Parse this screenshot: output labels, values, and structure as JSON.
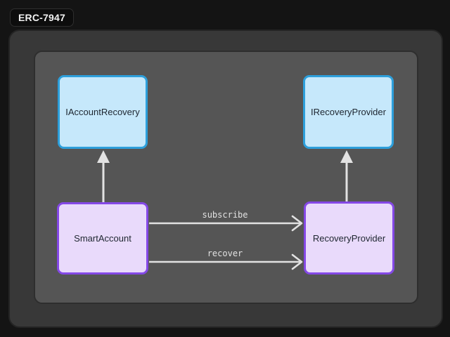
{
  "window": {
    "badge_label": "ERC-7947"
  },
  "diagram": {
    "nodes": [
      {
        "id": "iaccount-recovery",
        "label": "IAccountRecovery",
        "kind": "interface"
      },
      {
        "id": "irecovery-provider",
        "label": "IRecoveryProvider",
        "kind": "interface"
      },
      {
        "id": "smart-account",
        "label": "SmartAccount",
        "kind": "contract"
      },
      {
        "id": "recovery-provider",
        "label": "RecoveryProvider",
        "kind": "contract"
      }
    ],
    "edges": [
      {
        "from": "SmartAccount",
        "to": "IAccountRecovery",
        "label": "",
        "head": "filled-triangle",
        "direction": "up"
      },
      {
        "from": "RecoveryProvider",
        "to": "IRecoveryProvider",
        "label": "",
        "head": "filled-triangle",
        "direction": "up"
      },
      {
        "from": "SmartAccount",
        "to": "RecoveryProvider",
        "label": "subscribe",
        "head": "open-chevron",
        "direction": "right"
      },
      {
        "from": "SmartAccount",
        "to": "RecoveryProvider",
        "label": "recover",
        "head": "open-chevron",
        "direction": "right"
      }
    ],
    "colors": {
      "background": "#141414",
      "panel_outer": "#383838",
      "panel_inner": "#555555",
      "interface_fill": "#c6e8fb",
      "interface_border": "#2d9fdb",
      "contract_fill": "#e9dafb",
      "contract_border": "#8448e6",
      "arrow": "#e2e2e2",
      "node_text": "#1e2630",
      "badge_bg": "#0d0d0d",
      "badge_text": "#f2f2f2"
    }
  }
}
